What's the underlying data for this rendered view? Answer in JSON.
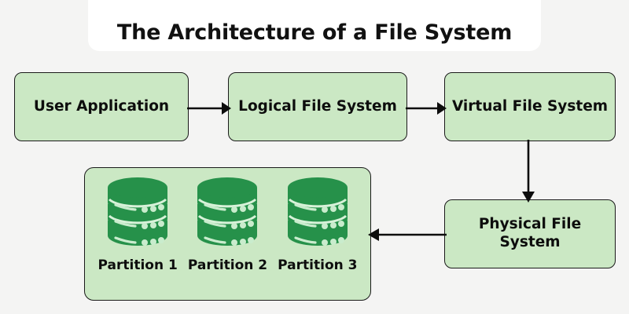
{
  "title": {
    "text": "The Architecture of a File System"
  },
  "colors": {
    "background": "#f4f4f3",
    "title_card": "#ffffff",
    "node_fill": "#cbe8c4",
    "node_border": "#1a1a1a",
    "cylinder": "#26914a",
    "cylinder_detail": "#b7e8bf",
    "arrow": "#0d0d0d",
    "text": "#0d0d0d"
  },
  "nodes": [
    {
      "id": "user-application",
      "label": "User Application"
    },
    {
      "id": "logical-file-system",
      "label": "Logical File System"
    },
    {
      "id": "virtual-file-system",
      "label": "Virtual File System"
    },
    {
      "id": "physical-file-system",
      "label": "Physical File System"
    }
  ],
  "partitions": {
    "icon": "database-cylinder-icon",
    "items": [
      {
        "label": "Partition 1"
      },
      {
        "label": "Partition 2"
      },
      {
        "label": "Partition 3"
      }
    ]
  },
  "connectors": [
    {
      "id": "user-to-logical",
      "from": "user-application",
      "to": "logical-file-system",
      "direction": "right"
    },
    {
      "id": "logical-to-virtual",
      "from": "logical-file-system",
      "to": "virtual-file-system",
      "direction": "right"
    },
    {
      "id": "virtual-to-physical",
      "from": "virtual-file-system",
      "to": "physical-file-system",
      "direction": "down"
    },
    {
      "id": "physical-to-partitions",
      "from": "physical-file-system",
      "to": "partitions-container",
      "direction": "left"
    }
  ]
}
